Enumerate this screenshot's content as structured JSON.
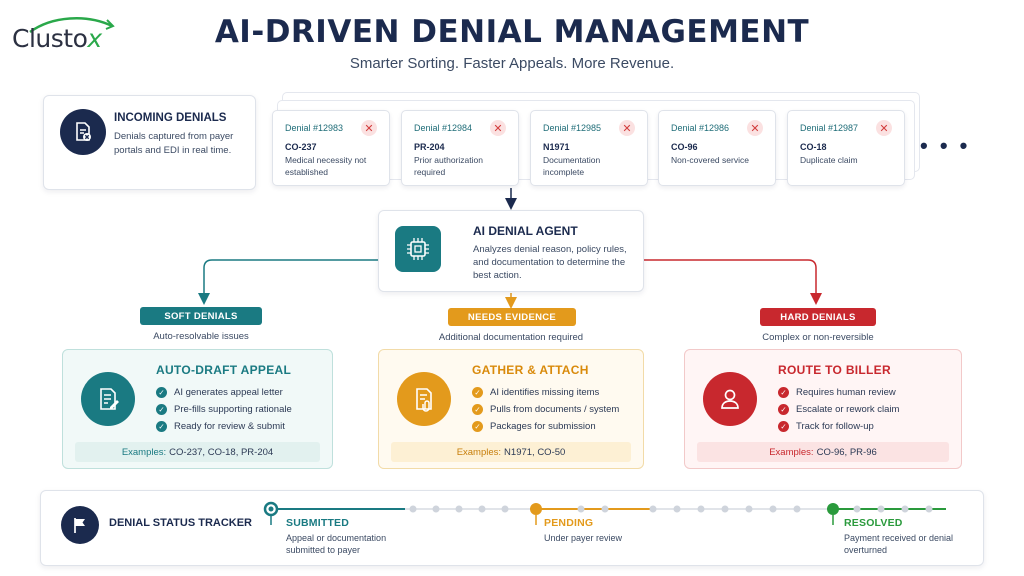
{
  "brand": {
    "logo_text": "Clusto",
    "logo_suffix": "x"
  },
  "header": {
    "title": "AI-DRIVEN DENIAL MANAGEMENT",
    "subtitle": "Smarter Sorting. Faster Appeals. More Revenue."
  },
  "incoming": {
    "title": "INCOMING DENIALS",
    "description": "Denials captured from payer portals and EDI in real time.",
    "icon": "document-x-icon",
    "more": "• • •"
  },
  "denials": [
    {
      "id": "Denial #12983",
      "code": "CO-237",
      "desc": "Medical necessity not established"
    },
    {
      "id": "Denial #12984",
      "code": "PR-204",
      "desc": "Prior authorization required"
    },
    {
      "id": "Denial #12985",
      "code": "N1971",
      "desc": "Documentation incomplete"
    },
    {
      "id": "Denial #12986",
      "code": "CO-96",
      "desc": "Non-covered service"
    },
    {
      "id": "Denial #12987",
      "code": "CO-18",
      "desc": "Duplicate claim"
    }
  ],
  "agent": {
    "title": "AI DENIAL AGENT",
    "description": "Analyzes denial reason, policy rules, and documentation to determine the best action.",
    "icon": "chip-icon"
  },
  "categories": [
    {
      "label": "SOFT DENIALS",
      "sub": "Auto-resolvable issues",
      "color": "#1a7a82"
    },
    {
      "label": "NEEDS EVIDENCE",
      "sub": "Additional documentation required",
      "color": "#e39a1c"
    },
    {
      "label": "HARD DENIALS",
      "sub": "Complex or non-reversible",
      "color": "#c8282e"
    }
  ],
  "actions": [
    {
      "title": "AUTO-DRAFT APPEAL",
      "items": [
        "AI generates appeal letter",
        "Pre-fills supporting rationale",
        "Ready for review & submit"
      ],
      "examples_label": "Examples:",
      "examples": "CO-237, CO-18, PR-204",
      "icon": "document-pen-icon",
      "color": "#1a7a82",
      "bg": "#f1f9f8",
      "border": "#bfe0dc",
      "exbg": "#e2f1ef"
    },
    {
      "title": "GATHER & ATTACH",
      "items": [
        "AI identifies missing items",
        "Pulls from documents / system",
        "Packages for submission"
      ],
      "examples_label": "Examples:",
      "examples": "N1971, CO-50",
      "icon": "document-clip-icon",
      "color": "#e39a1c",
      "bg": "#fffaf0",
      "border": "#f2dba8",
      "exbg": "#fdf0d4"
    },
    {
      "title": "ROUTE TO BILLER",
      "items": [
        "Requires human review",
        "Escalate or rework claim",
        "Track for follow-up"
      ],
      "examples_label": "Examples:",
      "examples": "CO-96, PR-96",
      "icon": "user-icon",
      "color": "#c8282e",
      "bg": "#fff5f5",
      "border": "#f2c9c9",
      "exbg": "#fbe3e3"
    }
  ],
  "tracker": {
    "title": "DENIAL STATUS TRACKER",
    "icon": "flag-icon",
    "stages": [
      {
        "name": "SUBMITTED",
        "desc": "Appeal or documentation submitted to payer",
        "color": "#1a7a82"
      },
      {
        "name": "PENDING",
        "desc": "Under payer review",
        "color": "#e39a1c"
      },
      {
        "name": "RESOLVED",
        "desc": "Payment received or denial overturned",
        "color": "#2a9a3c"
      }
    ]
  }
}
